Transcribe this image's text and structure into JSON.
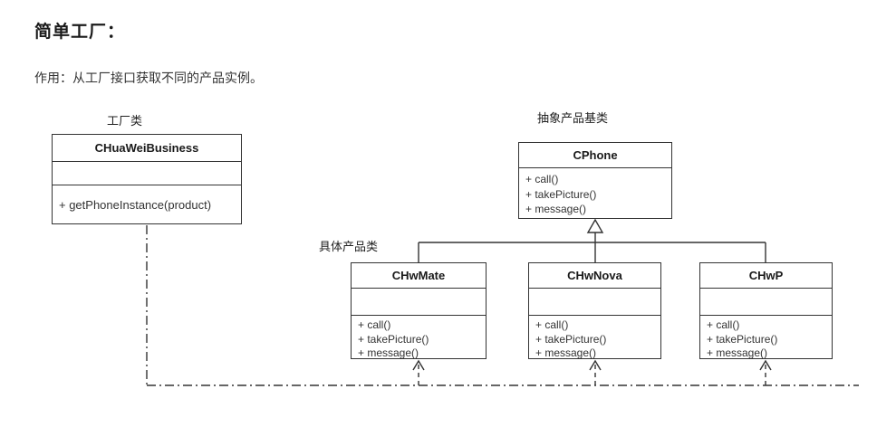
{
  "page": {
    "title": "简单工厂：",
    "subtitle": "作用：从工厂接口获取不同的产品实例。"
  },
  "labels": {
    "factory_region": "工厂类",
    "abstract_product_region": "抽象产品基类",
    "concrete_product_region": "具体产品类"
  },
  "classes": {
    "factory": {
      "name": "CHuaWeiBusiness",
      "methods": [
        "+ getPhoneInstance(product)"
      ]
    },
    "cphone": {
      "name": "CPhone",
      "methods": [
        "+ call()",
        "+ takePicture()",
        "+ message()"
      ]
    },
    "chwmate": {
      "name": "CHwMate",
      "methods": [
        "+ call()",
        "+ takePicture()",
        "+ message()"
      ]
    },
    "chwnova": {
      "name": "CHwNova",
      "methods": [
        "+ call()",
        "+ takePicture()",
        "+ message()"
      ]
    },
    "chwp": {
      "name": "CHwP",
      "methods": [
        "+ call()",
        "+ takePicture()",
        "+ message()"
      ]
    }
  },
  "relations": {
    "inheritance": "CHwMate/CHwNova/CHwP -> CPhone",
    "dependency": "CHuaWeiBusiness ..> CHwMate/CHwNova/CHwP"
  },
  "colors": {
    "line": "#333333",
    "text": "#333333",
    "background": "#ffffff"
  }
}
